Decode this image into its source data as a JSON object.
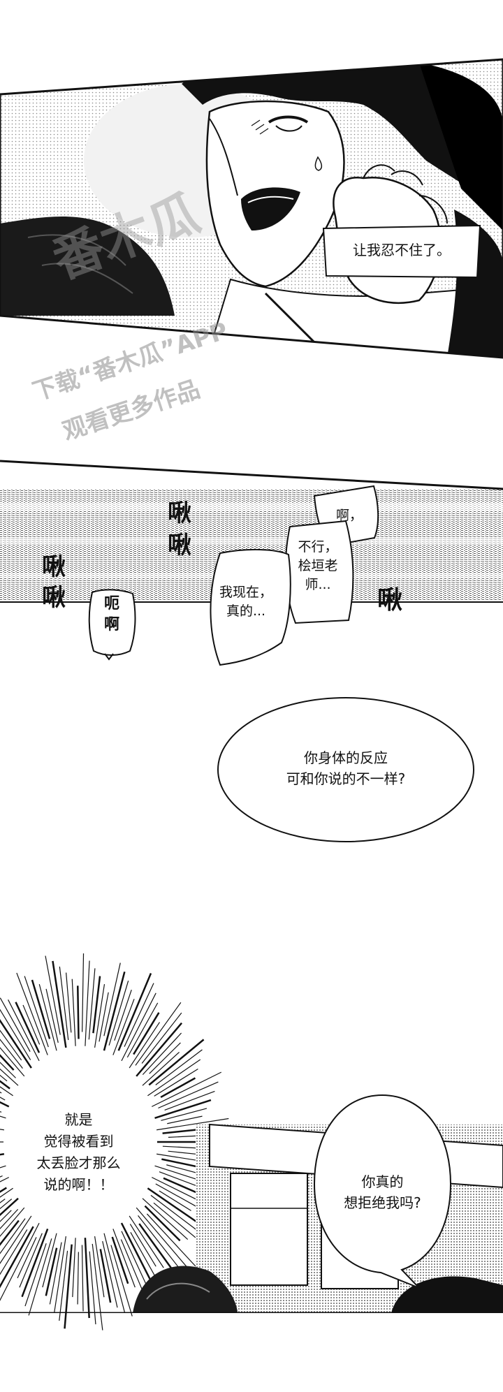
{
  "panel1": {
    "bubble": "让我忍不住了。"
  },
  "watermark": {
    "logo_text": "番木瓜",
    "line1": "下载“番木瓜”APP",
    "line2": "观看更多作品"
  },
  "panel2": {
    "sfx_left": "啾\n啾",
    "sfx_mid": "啾\n啾",
    "sfx_right": "啾",
    "moan": "呃\n啊",
    "bubble_a": "啊，",
    "bubble_b": "不行，\n桧垣老\n师...",
    "bubble_c": "我现在，\n真的..."
  },
  "panel3": {
    "bubble": "你身体的反应\n可和你说的不一样?"
  },
  "panel4": {
    "burst": "就是\n觉得被看到\n太丢脸才那么\n说的啊！！",
    "bubble": "你真的\n想拒绝我吗?"
  },
  "colors": {
    "ink": "#111111",
    "paper": "#ffffff",
    "tone": "#9a9a9a"
  }
}
